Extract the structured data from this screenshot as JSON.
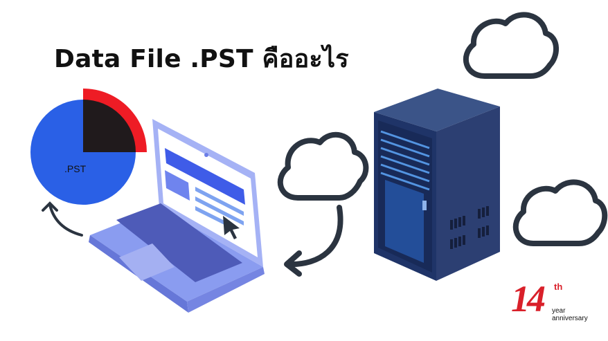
{
  "title": "Data File .PST คืออะไร",
  "pie": {
    "label": ".PST",
    "fraction": 0.25
  },
  "logo": {
    "number": "14",
    "suffix": "th",
    "line1": "year",
    "line2": "anniversary"
  },
  "colors": {
    "pie_blue": "#2a60e6",
    "pie_red": "#ee1c25",
    "pie_dark": "#201a1c",
    "laptop": "#8a9cf0",
    "server": "#2c3f72",
    "cloud_stroke": "#2b3440"
  },
  "icons": [
    "cloud-icon",
    "server-icon",
    "laptop-icon",
    "pie-chart-icon",
    "arrow-icon",
    "cursor-icon"
  ]
}
